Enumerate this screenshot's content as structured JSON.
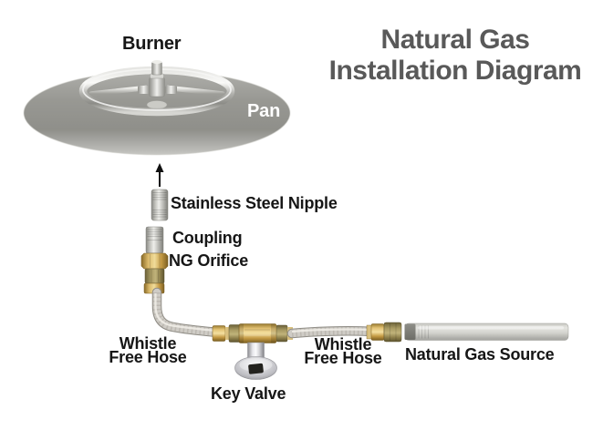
{
  "title": {
    "line1": "Natural Gas",
    "line2": "Installation Diagram"
  },
  "labels": {
    "burner": "Burner",
    "pan": "Pan",
    "stainless_steel_nipple": "Stainless Steel Nipple",
    "coupling": "Coupling",
    "ng_orifice": "NG Orifice",
    "whistle_free_hose_left": {
      "line1": "Whistle",
      "line2": "Free Hose"
    },
    "key_valve": "Key Valve",
    "whistle_free_hose_right": {
      "line1": "Whistle",
      "line2": "Free Hose"
    },
    "natural_gas_source": "Natural Gas Source"
  },
  "icons": {
    "up_arrow": "↑"
  },
  "colors": {
    "background": "#ffffff",
    "title_text": "#595959",
    "label_text": "#161616",
    "pan_label_text": "#ffffff",
    "pan_gray": "#989893",
    "stainless_steel": "#d9d9d5",
    "brass": "#d9b869",
    "olive_brass": "#a89a62",
    "chrome": "#e8e8ec",
    "arrow_black": "#111111"
  }
}
